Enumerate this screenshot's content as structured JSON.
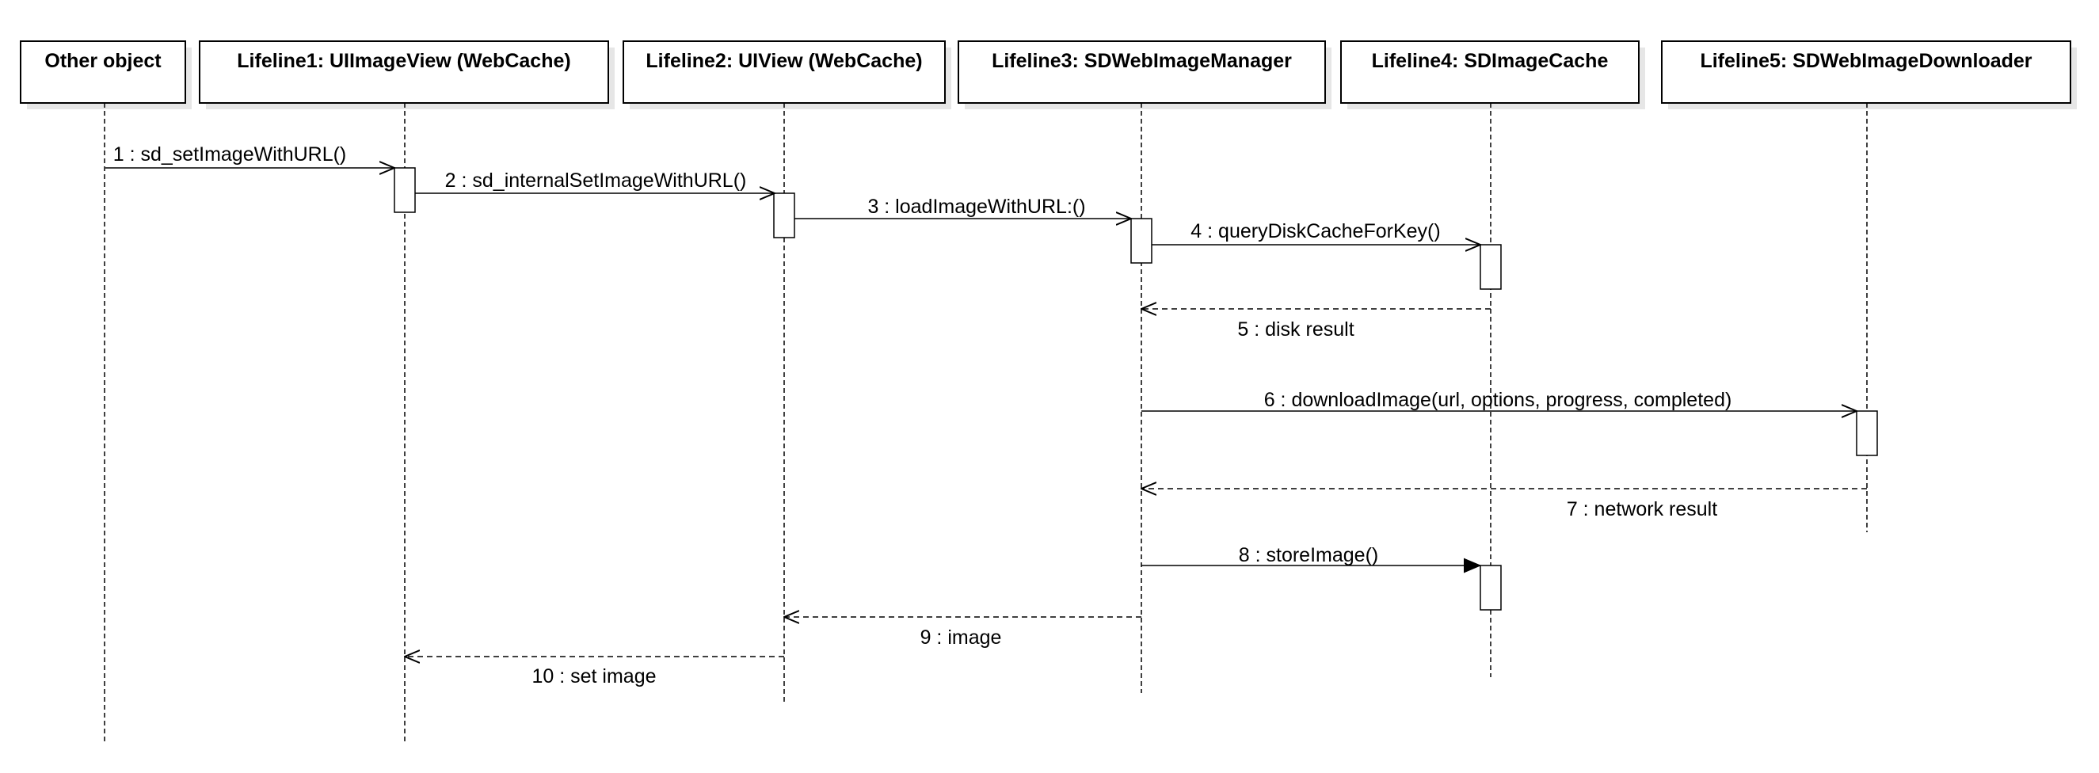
{
  "diagram": {
    "type": "sequence",
    "lifelines": [
      {
        "id": "other",
        "label": "Other object"
      },
      {
        "id": "l1",
        "label": "Lifeline1: UIImageView (WebCache)"
      },
      {
        "id": "l2",
        "label": "Lifeline2: UIView (WebCache)"
      },
      {
        "id": "l3",
        "label": "Lifeline3: SDWebImageManager"
      },
      {
        "id": "l4",
        "label": "Lifeline4: SDImageCache"
      },
      {
        "id": "l5",
        "label": "Lifeline5: SDWebImageDownloader"
      }
    ],
    "messages": [
      {
        "label": "1 : sd_setImageWithURL()",
        "from": "other",
        "to": "l1",
        "kind": "call"
      },
      {
        "label": "2 : sd_internalSetImageWithURL()",
        "from": "l1",
        "to": "l2",
        "kind": "call"
      },
      {
        "label": "3 : loadImageWithURL:()",
        "from": "l2",
        "to": "l3",
        "kind": "call"
      },
      {
        "label": "4 : queryDiskCacheForKey()",
        "from": "l3",
        "to": "l4",
        "kind": "call"
      },
      {
        "label": "5 : disk result",
        "from": "l4",
        "to": "l3",
        "kind": "return"
      },
      {
        "label": "6 : downloadImage(url, options, progress, completed)",
        "from": "l3",
        "to": "l5",
        "kind": "call"
      },
      {
        "label": "7 : network result",
        "from": "l5",
        "to": "l3",
        "kind": "return"
      },
      {
        "label": "8 : storeImage()",
        "from": "l3",
        "to": "l4",
        "kind": "sync"
      },
      {
        "label": "9 : image",
        "from": "l3",
        "to": "l2",
        "kind": "return"
      },
      {
        "label": "10 : set image",
        "from": "l2",
        "to": "l1",
        "kind": "return"
      }
    ]
  }
}
